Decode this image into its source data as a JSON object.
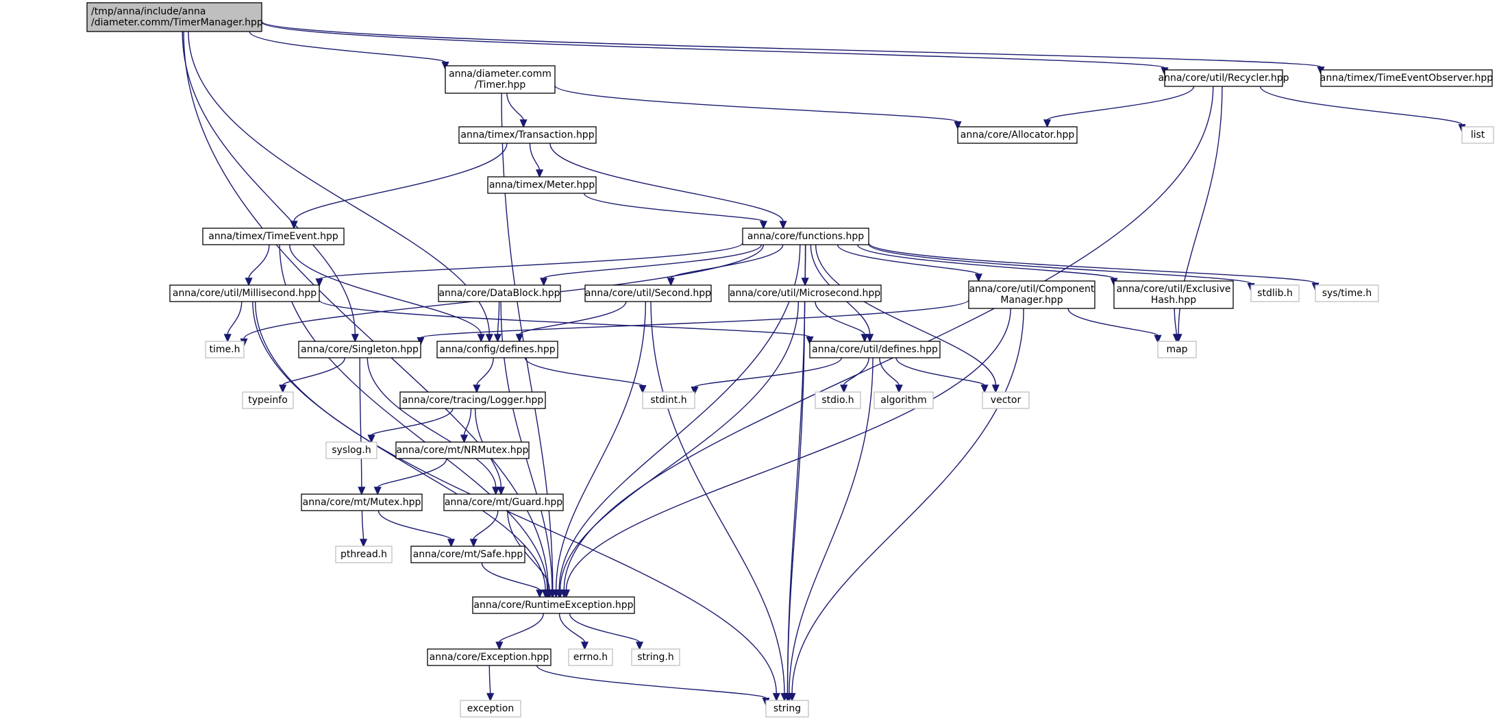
{
  "graph": {
    "edge_color": "#191970",
    "root_fill": "#bfbfbf",
    "node_border": "#000000",
    "system_node_border": "#bfbfbf",
    "nodes": [
      {
        "id": "root",
        "lines": [
          "/tmp/anna/include/anna",
          "/diameter.comm/TimerManager.hpp"
        ],
        "kind": "root"
      },
      {
        "id": "timer",
        "lines": [
          "anna/diameter.comm",
          "/Timer.hpp"
        ],
        "kind": "header"
      },
      {
        "id": "recycler",
        "lines": [
          "anna/core/util/Recycler.hpp"
        ],
        "kind": "header"
      },
      {
        "id": "teo",
        "lines": [
          "anna/timex/TimeEventObserver.hpp"
        ],
        "kind": "header"
      },
      {
        "id": "transaction",
        "lines": [
          "anna/timex/Transaction.hpp"
        ],
        "kind": "header"
      },
      {
        "id": "allocator",
        "lines": [
          "anna/core/Allocator.hpp"
        ],
        "kind": "header"
      },
      {
        "id": "list",
        "lines": [
          "list"
        ],
        "kind": "system"
      },
      {
        "id": "meter",
        "lines": [
          "anna/timex/Meter.hpp"
        ],
        "kind": "header"
      },
      {
        "id": "timeevent",
        "lines": [
          "anna/timex/TimeEvent.hpp"
        ],
        "kind": "header"
      },
      {
        "id": "functions",
        "lines": [
          "anna/core/functions.hpp"
        ],
        "kind": "header"
      },
      {
        "id": "millisecond",
        "lines": [
          "anna/core/util/Millisecond.hpp"
        ],
        "kind": "header"
      },
      {
        "id": "datablock",
        "lines": [
          "anna/core/DataBlock.hpp"
        ],
        "kind": "header"
      },
      {
        "id": "second",
        "lines": [
          "anna/core/util/Second.hpp"
        ],
        "kind": "header"
      },
      {
        "id": "microsecond",
        "lines": [
          "anna/core/util/Microsecond.hpp"
        ],
        "kind": "header"
      },
      {
        "id": "compmgr",
        "lines": [
          "anna/core/util/Component",
          "Manager.hpp"
        ],
        "kind": "header"
      },
      {
        "id": "exclhash",
        "lines": [
          "anna/core/util/Exclusive",
          "Hash.hpp"
        ],
        "kind": "header"
      },
      {
        "id": "stdlib",
        "lines": [
          "stdlib.h"
        ],
        "kind": "system"
      },
      {
        "id": "systime",
        "lines": [
          "sys/time.h"
        ],
        "kind": "system"
      },
      {
        "id": "timeh",
        "lines": [
          "time.h"
        ],
        "kind": "system"
      },
      {
        "id": "singleton",
        "lines": [
          "anna/core/Singleton.hpp"
        ],
        "kind": "header"
      },
      {
        "id": "cfgdefines",
        "lines": [
          "anna/config/defines.hpp"
        ],
        "kind": "header"
      },
      {
        "id": "utildefines",
        "lines": [
          "anna/core/util/defines.hpp"
        ],
        "kind": "header"
      },
      {
        "id": "map",
        "lines": [
          "map"
        ],
        "kind": "system"
      },
      {
        "id": "typeinfo",
        "lines": [
          "typeinfo"
        ],
        "kind": "system"
      },
      {
        "id": "logger",
        "lines": [
          "anna/core/tracing/Logger.hpp"
        ],
        "kind": "header"
      },
      {
        "id": "stdint",
        "lines": [
          "stdint.h"
        ],
        "kind": "system"
      },
      {
        "id": "stdio",
        "lines": [
          "stdio.h"
        ],
        "kind": "system"
      },
      {
        "id": "algorithm",
        "lines": [
          "algorithm"
        ],
        "kind": "system"
      },
      {
        "id": "vector",
        "lines": [
          "vector"
        ],
        "kind": "system"
      },
      {
        "id": "syslog",
        "lines": [
          "syslog.h"
        ],
        "kind": "system"
      },
      {
        "id": "nrmutex",
        "lines": [
          "anna/core/mt/NRMutex.hpp"
        ],
        "kind": "header"
      },
      {
        "id": "mutex",
        "lines": [
          "anna/core/mt/Mutex.hpp"
        ],
        "kind": "header"
      },
      {
        "id": "guard",
        "lines": [
          "anna/core/mt/Guard.hpp"
        ],
        "kind": "header"
      },
      {
        "id": "pthread",
        "lines": [
          "pthread.h"
        ],
        "kind": "system"
      },
      {
        "id": "safe",
        "lines": [
          "anna/core/mt/Safe.hpp"
        ],
        "kind": "header"
      },
      {
        "id": "rtexc",
        "lines": [
          "anna/core/RuntimeException.hpp"
        ],
        "kind": "header"
      },
      {
        "id": "exception_hpp",
        "lines": [
          "anna/core/Exception.hpp"
        ],
        "kind": "header"
      },
      {
        "id": "errno",
        "lines": [
          "errno.h"
        ],
        "kind": "system"
      },
      {
        "id": "stringh",
        "lines": [
          "string.h"
        ],
        "kind": "system"
      },
      {
        "id": "exception",
        "lines": [
          "exception"
        ],
        "kind": "system"
      },
      {
        "id": "string",
        "lines": [
          "string"
        ],
        "kind": "system"
      }
    ],
    "edges": [
      [
        "root",
        "timer"
      ],
      [
        "root",
        "recycler"
      ],
      [
        "root",
        "teo"
      ],
      [
        "root",
        "rtexc"
      ],
      [
        "root",
        "singleton"
      ],
      [
        "root",
        "cfgdefines"
      ],
      [
        "timer",
        "transaction"
      ],
      [
        "timer",
        "allocator"
      ],
      [
        "timer",
        "rtexc"
      ],
      [
        "recycler",
        "allocator"
      ],
      [
        "recycler",
        "list"
      ],
      [
        "recycler",
        "map"
      ],
      [
        "recycler",
        "rtexc"
      ],
      [
        "transaction",
        "meter"
      ],
      [
        "transaction",
        "timeevent"
      ],
      [
        "transaction",
        "functions"
      ],
      [
        "meter",
        "functions"
      ],
      [
        "timeevent",
        "millisecond"
      ],
      [
        "timeevent",
        "cfgdefines"
      ],
      [
        "timeevent",
        "rtexc"
      ],
      [
        "functions",
        "millisecond"
      ],
      [
        "functions",
        "datablock"
      ],
      [
        "functions",
        "second"
      ],
      [
        "functions",
        "microsecond"
      ],
      [
        "functions",
        "compmgr"
      ],
      [
        "functions",
        "exclhash"
      ],
      [
        "functions",
        "stdlib"
      ],
      [
        "functions",
        "systime"
      ],
      [
        "functions",
        "timeh"
      ],
      [
        "functions",
        "utildefines"
      ],
      [
        "functions",
        "vector"
      ],
      [
        "functions",
        "string"
      ],
      [
        "functions",
        "rtexc"
      ],
      [
        "millisecond",
        "timeh"
      ],
      [
        "millisecond",
        "utildefines"
      ],
      [
        "millisecond",
        "rtexc"
      ],
      [
        "millisecond",
        "string"
      ],
      [
        "datablock",
        "cfgdefines"
      ],
      [
        "datablock",
        "rtexc"
      ],
      [
        "second",
        "cfgdefines"
      ],
      [
        "second",
        "rtexc"
      ],
      [
        "second",
        "string"
      ],
      [
        "microsecond",
        "utildefines"
      ],
      [
        "microsecond",
        "rtexc"
      ],
      [
        "microsecond",
        "string"
      ],
      [
        "compmgr",
        "singleton"
      ],
      [
        "compmgr",
        "map"
      ],
      [
        "compmgr",
        "rtexc"
      ],
      [
        "compmgr",
        "string"
      ],
      [
        "exclhash",
        "map"
      ],
      [
        "singleton",
        "typeinfo"
      ],
      [
        "singleton",
        "mutex"
      ],
      [
        "singleton",
        "guard"
      ],
      [
        "cfgdefines",
        "stdint"
      ],
      [
        "cfgdefines",
        "logger"
      ],
      [
        "utildefines",
        "stdint"
      ],
      [
        "utildefines",
        "stdio"
      ],
      [
        "utildefines",
        "algorithm"
      ],
      [
        "utildefines",
        "vector"
      ],
      [
        "utildefines",
        "string"
      ],
      [
        "logger",
        "syslog"
      ],
      [
        "logger",
        "nrmutex"
      ],
      [
        "logger",
        "guard"
      ],
      [
        "nrmutex",
        "mutex"
      ],
      [
        "mutex",
        "pthread"
      ],
      [
        "mutex",
        "safe"
      ],
      [
        "guard",
        "safe"
      ],
      [
        "guard",
        "rtexc"
      ],
      [
        "safe",
        "rtexc"
      ],
      [
        "rtexc",
        "exception_hpp"
      ],
      [
        "rtexc",
        "errno"
      ],
      [
        "rtexc",
        "stringh"
      ],
      [
        "exception_hpp",
        "exception"
      ],
      [
        "exception_hpp",
        "string"
      ]
    ]
  }
}
